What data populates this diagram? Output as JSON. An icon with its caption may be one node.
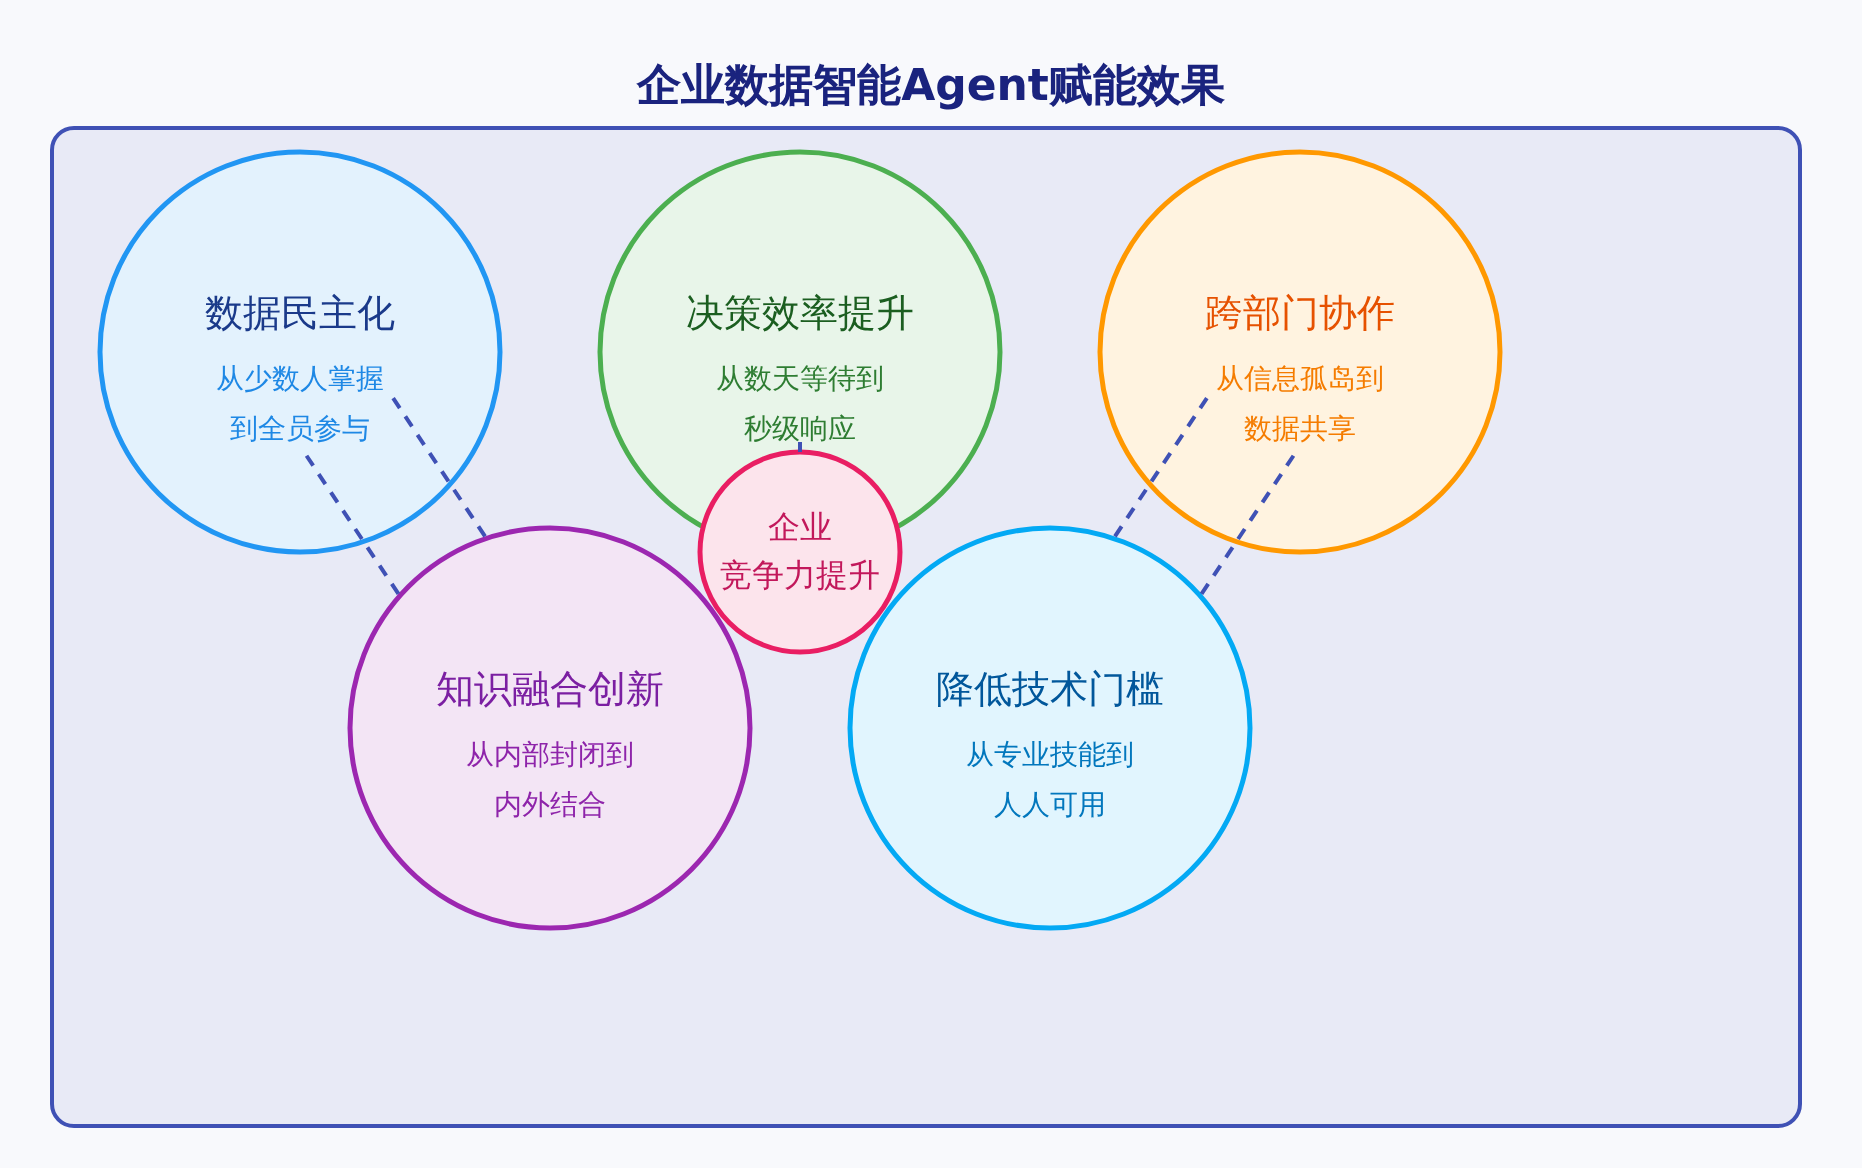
{
  "diagram": {
    "title": "企业数据智能Agent赋能效果",
    "nodes": [
      {
        "text": [
          "数据民主化",
          "从少数人掌握到全员参与"
        ]
      },
      {
        "text": [
          "决策效率提升",
          "从数天等待到秒级响应"
        ]
      },
      {
        "text": [
          "跨部门协作",
          "从信息孤岛到数据共享"
        ]
      },
      {
        "text": [
          "企业",
          "竞争力提升"
        ]
      },
      {
        "text": [
          "知识融合创新",
          "从内部封闭到内外结合"
        ]
      },
      {
        "text": [
          "降低技术门槛",
          "从专业技能到人人可用"
        ]
      }
    ],
    "edges": [
      {
        "from": 0,
        "to": 4,
        "arrow": "none",
        "style": "dashed"
      },
      {
        "from": 0,
        "to": 4,
        "arrow": "none",
        "style": "dashed"
      },
      {
        "from": 1,
        "to": 3,
        "arrow": "none",
        "style": "dashed"
      },
      {
        "from": 2,
        "to": 5,
        "arrow": "none",
        "style": "dashed"
      },
      {
        "from": 2,
        "to": 5,
        "arrow": "none",
        "style": "dashed"
      }
    ]
  }
}
